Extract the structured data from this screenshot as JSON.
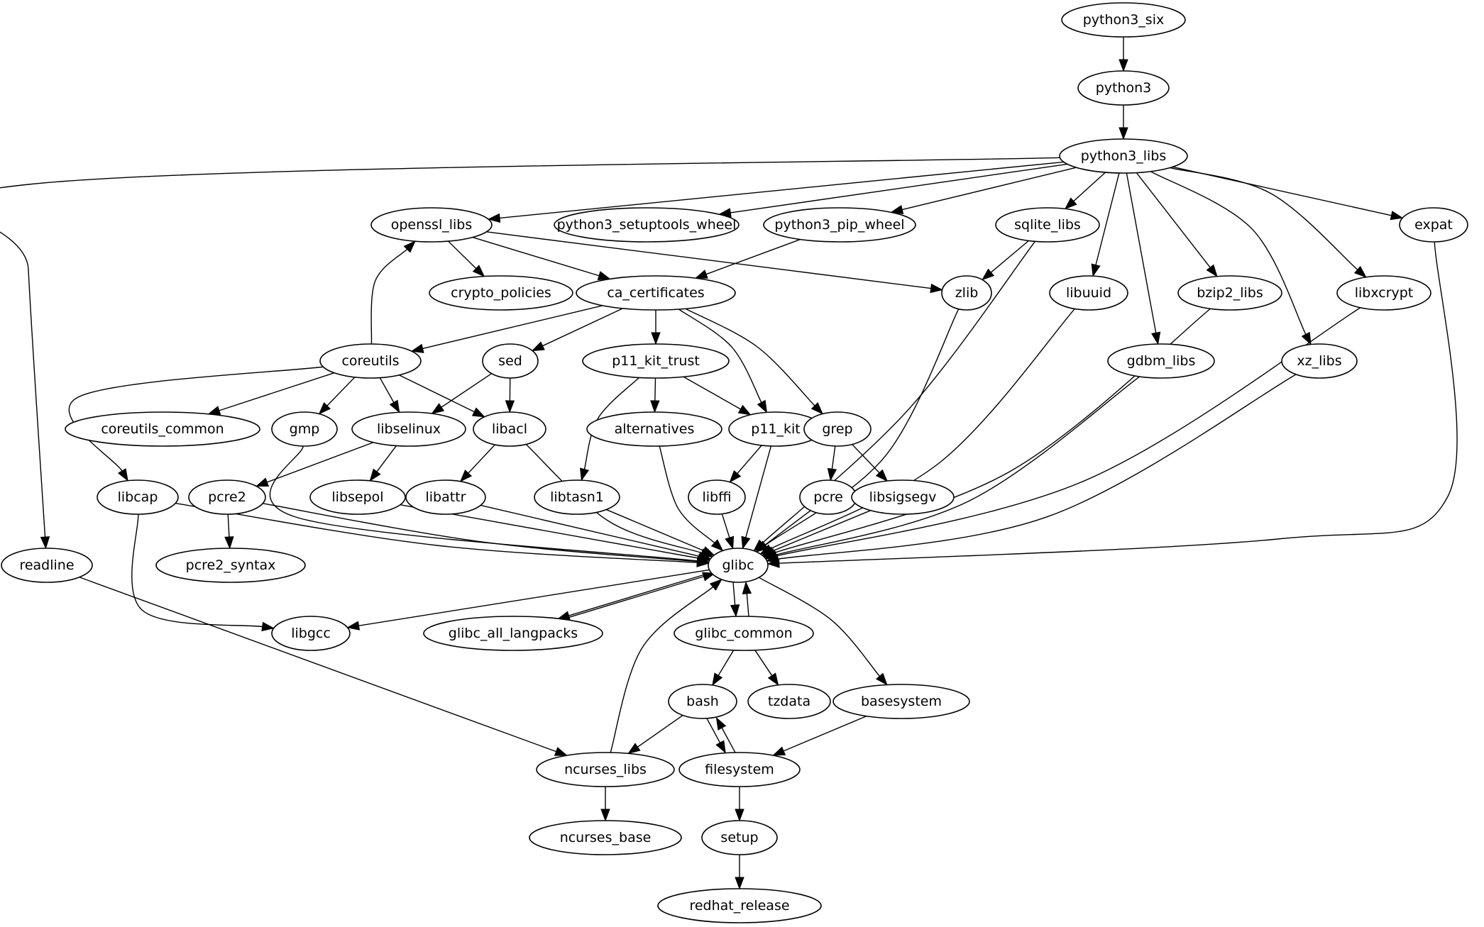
{
  "diagram": {
    "type": "directed-graph",
    "description": "Package dependency graph",
    "nodes": [
      {
        "id": "python3_six",
        "label": "python3_six"
      },
      {
        "id": "python3",
        "label": "python3"
      },
      {
        "id": "python3_libs",
        "label": "python3_libs"
      },
      {
        "id": "openssl_libs",
        "label": "openssl_libs"
      },
      {
        "id": "python3_setuptools_wheel",
        "label": "python3_setuptools_wheel"
      },
      {
        "id": "python3_pip_wheel",
        "label": "python3_pip_wheel"
      },
      {
        "id": "sqlite_libs",
        "label": "sqlite_libs"
      },
      {
        "id": "expat",
        "label": "expat"
      },
      {
        "id": "crypto_policies",
        "label": "crypto_policies"
      },
      {
        "id": "ca_certificates",
        "label": "ca_certificates"
      },
      {
        "id": "zlib",
        "label": "zlib"
      },
      {
        "id": "libuuid",
        "label": "libuuid"
      },
      {
        "id": "bzip2_libs",
        "label": "bzip2_libs"
      },
      {
        "id": "libxcrypt",
        "label": "libxcrypt"
      },
      {
        "id": "coreutils",
        "label": "coreutils"
      },
      {
        "id": "sed",
        "label": "sed"
      },
      {
        "id": "p11_kit_trust",
        "label": "p11_kit_trust"
      },
      {
        "id": "gdbm_libs",
        "label": "gdbm_libs"
      },
      {
        "id": "xz_libs",
        "label": "xz_libs"
      },
      {
        "id": "coreutils_common",
        "label": "coreutils_common"
      },
      {
        "id": "gmp",
        "label": "gmp"
      },
      {
        "id": "libselinux",
        "label": "libselinux"
      },
      {
        "id": "libacl",
        "label": "libacl"
      },
      {
        "id": "alternatives",
        "label": "alternatives"
      },
      {
        "id": "p11_kit",
        "label": "p11_kit"
      },
      {
        "id": "grep",
        "label": "grep"
      },
      {
        "id": "libcap",
        "label": "libcap"
      },
      {
        "id": "pcre2",
        "label": "pcre2"
      },
      {
        "id": "libsepol",
        "label": "libsepol"
      },
      {
        "id": "libattr",
        "label": "libattr"
      },
      {
        "id": "libtasn1",
        "label": "libtasn1"
      },
      {
        "id": "libffi",
        "label": "libffi"
      },
      {
        "id": "pcre",
        "label": "pcre"
      },
      {
        "id": "libsigsegv",
        "label": "libsigsegv"
      },
      {
        "id": "readline",
        "label": "readline"
      },
      {
        "id": "pcre2_syntax",
        "label": "pcre2_syntax"
      },
      {
        "id": "glibc",
        "label": "glibc"
      },
      {
        "id": "libgcc",
        "label": "libgcc"
      },
      {
        "id": "glibc_all_langpacks",
        "label": "glibc_all_langpacks"
      },
      {
        "id": "glibc_common",
        "label": "glibc_common"
      },
      {
        "id": "bash",
        "label": "bash"
      },
      {
        "id": "tzdata",
        "label": "tzdata"
      },
      {
        "id": "basesystem",
        "label": "basesystem"
      },
      {
        "id": "ncurses_libs",
        "label": "ncurses_libs"
      },
      {
        "id": "filesystem",
        "label": "filesystem"
      },
      {
        "id": "ncurses_base",
        "label": "ncurses_base"
      },
      {
        "id": "setup",
        "label": "setup"
      },
      {
        "id": "redhat_release",
        "label": "redhat_release"
      }
    ],
    "edges": [
      {
        "from": "python3_six",
        "to": "python3"
      },
      {
        "from": "python3",
        "to": "python3_libs"
      },
      {
        "from": "python3_libs",
        "to": "readline"
      },
      {
        "from": "python3_libs",
        "to": "openssl_libs"
      },
      {
        "from": "python3_libs",
        "to": "python3_setuptools_wheel"
      },
      {
        "from": "python3_libs",
        "to": "python3_pip_wheel"
      },
      {
        "from": "python3_libs",
        "to": "sqlite_libs"
      },
      {
        "from": "python3_libs",
        "to": "libuuid"
      },
      {
        "from": "python3_libs",
        "to": "gdbm_libs"
      },
      {
        "from": "python3_libs",
        "to": "bzip2_libs"
      },
      {
        "from": "python3_libs",
        "to": "xz_libs"
      },
      {
        "from": "python3_libs",
        "to": "libxcrypt"
      },
      {
        "from": "python3_libs",
        "to": "expat"
      },
      {
        "from": "openssl_libs",
        "to": "crypto_policies"
      },
      {
        "from": "openssl_libs",
        "to": "ca_certificates"
      },
      {
        "from": "openssl_libs",
        "to": "zlib"
      },
      {
        "from": "python3_pip_wheel",
        "to": "ca_certificates"
      },
      {
        "from": "sqlite_libs",
        "to": "zlib"
      },
      {
        "from": "sqlite_libs",
        "to": "glibc"
      },
      {
        "from": "ca_certificates",
        "to": "coreutils"
      },
      {
        "from": "ca_certificates",
        "to": "sed"
      },
      {
        "from": "ca_certificates",
        "to": "p11_kit_trust"
      },
      {
        "from": "ca_certificates",
        "to": "p11_kit"
      },
      {
        "from": "ca_certificates",
        "to": "grep"
      },
      {
        "from": "coreutils",
        "to": "openssl_libs"
      },
      {
        "from": "coreutils",
        "to": "coreutils_common"
      },
      {
        "from": "coreutils",
        "to": "gmp"
      },
      {
        "from": "coreutils",
        "to": "libselinux"
      },
      {
        "from": "coreutils",
        "to": "libacl"
      },
      {
        "from": "coreutils",
        "to": "libcap"
      },
      {
        "from": "sed",
        "to": "libselinux"
      },
      {
        "from": "sed",
        "to": "libacl"
      },
      {
        "from": "p11_kit_trust",
        "to": "alternatives"
      },
      {
        "from": "p11_kit_trust",
        "to": "p11_kit"
      },
      {
        "from": "p11_kit_trust",
        "to": "libtasn1"
      },
      {
        "from": "libselinux",
        "to": "pcre2"
      },
      {
        "from": "libselinux",
        "to": "libsepol"
      },
      {
        "from": "libacl",
        "to": "libattr"
      },
      {
        "from": "libacl",
        "to": "glibc"
      },
      {
        "from": "p11_kit",
        "to": "libffi"
      },
      {
        "from": "p11_kit",
        "to": "glibc"
      },
      {
        "from": "grep",
        "to": "pcre"
      },
      {
        "from": "grep",
        "to": "libsigsegv"
      },
      {
        "from": "gmp",
        "to": "glibc"
      },
      {
        "from": "alternatives",
        "to": "glibc"
      },
      {
        "from": "pcre2",
        "to": "pcre2_syntax"
      },
      {
        "from": "pcre2",
        "to": "glibc"
      },
      {
        "from": "libcap",
        "to": "glibc"
      },
      {
        "from": "libcap",
        "to": "libgcc"
      },
      {
        "from": "libsepol",
        "to": "glibc"
      },
      {
        "from": "libattr",
        "to": "glibc"
      },
      {
        "from": "libtasn1",
        "to": "glibc"
      },
      {
        "from": "libffi",
        "to": "glibc"
      },
      {
        "from": "pcre",
        "to": "glibc"
      },
      {
        "from": "libsigsegv",
        "to": "glibc"
      },
      {
        "from": "zlib",
        "to": "glibc"
      },
      {
        "from": "libuuid",
        "to": "glibc"
      },
      {
        "from": "gdbm_libs",
        "to": "glibc"
      },
      {
        "from": "bzip2_libs",
        "to": "glibc"
      },
      {
        "from": "xz_libs",
        "to": "glibc"
      },
      {
        "from": "libxcrypt",
        "to": "glibc"
      },
      {
        "from": "expat",
        "to": "glibc"
      },
      {
        "from": "readline",
        "to": "ncurses_libs"
      },
      {
        "from": "glibc",
        "to": "libgcc"
      },
      {
        "from": "glibc",
        "to": "glibc_all_langpacks"
      },
      {
        "from": "glibc_all_langpacks",
        "to": "glibc"
      },
      {
        "from": "glibc",
        "to": "glibc_common"
      },
      {
        "from": "glibc_common",
        "to": "glibc"
      },
      {
        "from": "glibc",
        "to": "basesystem"
      },
      {
        "from": "glibc_common",
        "to": "bash"
      },
      {
        "from": "glibc_common",
        "to": "tzdata"
      },
      {
        "from": "bash",
        "to": "ncurses_libs"
      },
      {
        "from": "bash",
        "to": "filesystem"
      },
      {
        "from": "filesystem",
        "to": "bash"
      },
      {
        "from": "basesystem",
        "to": "filesystem"
      },
      {
        "from": "ncurses_libs",
        "to": "glibc"
      },
      {
        "from": "ncurses_libs",
        "to": "ncurses_base"
      },
      {
        "from": "filesystem",
        "to": "setup"
      },
      {
        "from": "setup",
        "to": "redhat_release"
      }
    ]
  }
}
